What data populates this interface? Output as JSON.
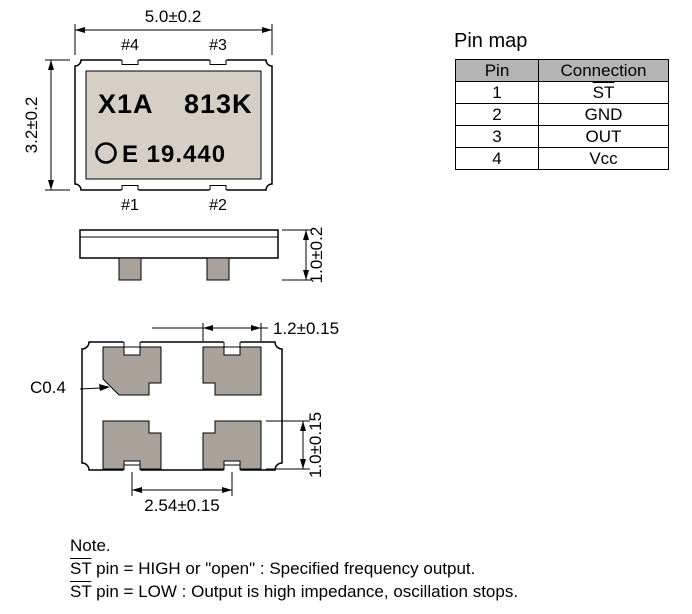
{
  "top_view": {
    "width_dim": "5.0±0.2",
    "height_dim": "3.2±0.2",
    "pin4": "#4",
    "pin3": "#3",
    "pin1": "#1",
    "pin2": "#2",
    "marking_left": "X1A",
    "marking_right": "813K",
    "marking_bottom": "E 19.440"
  },
  "side_view": {
    "height_dim": "1.0±0.2"
  },
  "bottom_view": {
    "pad_width_dim": "1.2±0.15",
    "pad_height_dim": "1.0±0.15",
    "pad_pitch_dim": "2.54±0.15",
    "chamfer_label": "C0.4"
  },
  "pin_map": {
    "title": "Pin map",
    "headers": [
      "Pin",
      "Connection"
    ],
    "rows": [
      {
        "pin": "1",
        "connection": "ST"
      },
      {
        "pin": "2",
        "connection": "GND"
      },
      {
        "pin": "3",
        "connection": "OUT"
      },
      {
        "pin": "4",
        "connection": "Vcc"
      }
    ]
  },
  "note": {
    "heading": "Note.",
    "lines": [
      {
        "signal": "ST",
        "rest": " pin = HIGH or \"open\" : Specified frequency output."
      },
      {
        "signal": "ST",
        "rest": " pin = LOW : Output is high impedance, oscillation stops."
      }
    ]
  }
}
